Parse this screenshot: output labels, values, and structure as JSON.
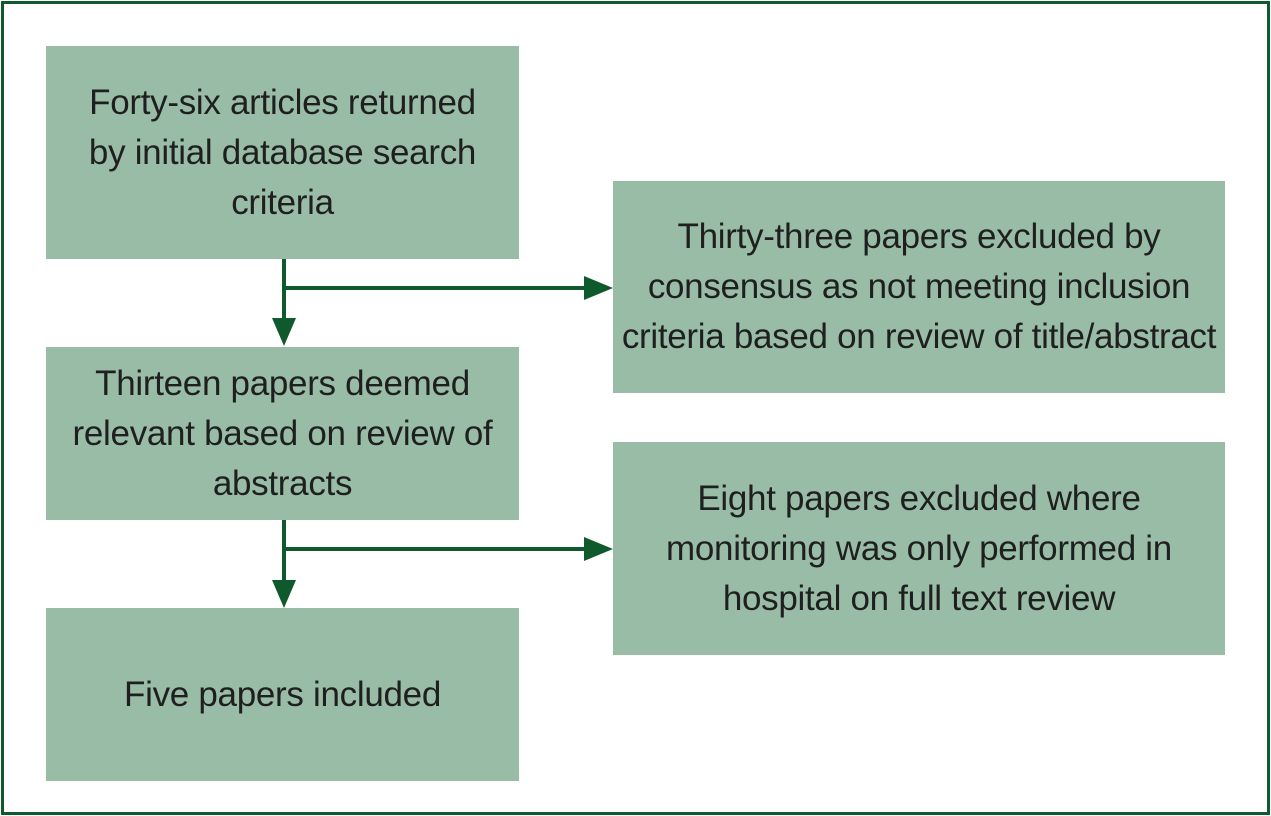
{
  "boxes": {
    "initial_search": "Forty-six articles returned by initial database search criteria",
    "excluded_title_abstract": "Thirty-three papers excluded by consensus as not meeting inclusion criteria based on review of title/abstract",
    "relevant_abstracts": "Thirteen papers deemed relevant based on review of abstracts",
    "excluded_hospital": "Eight papers excluded where monitoring was only performed in hospital on full text review",
    "included": "Five papers included"
  },
  "colors": {
    "frame": "#0e5a2c",
    "box_fill": "#98bca6",
    "arrow": "#0e5a2c",
    "text": "#1f1f1f"
  }
}
